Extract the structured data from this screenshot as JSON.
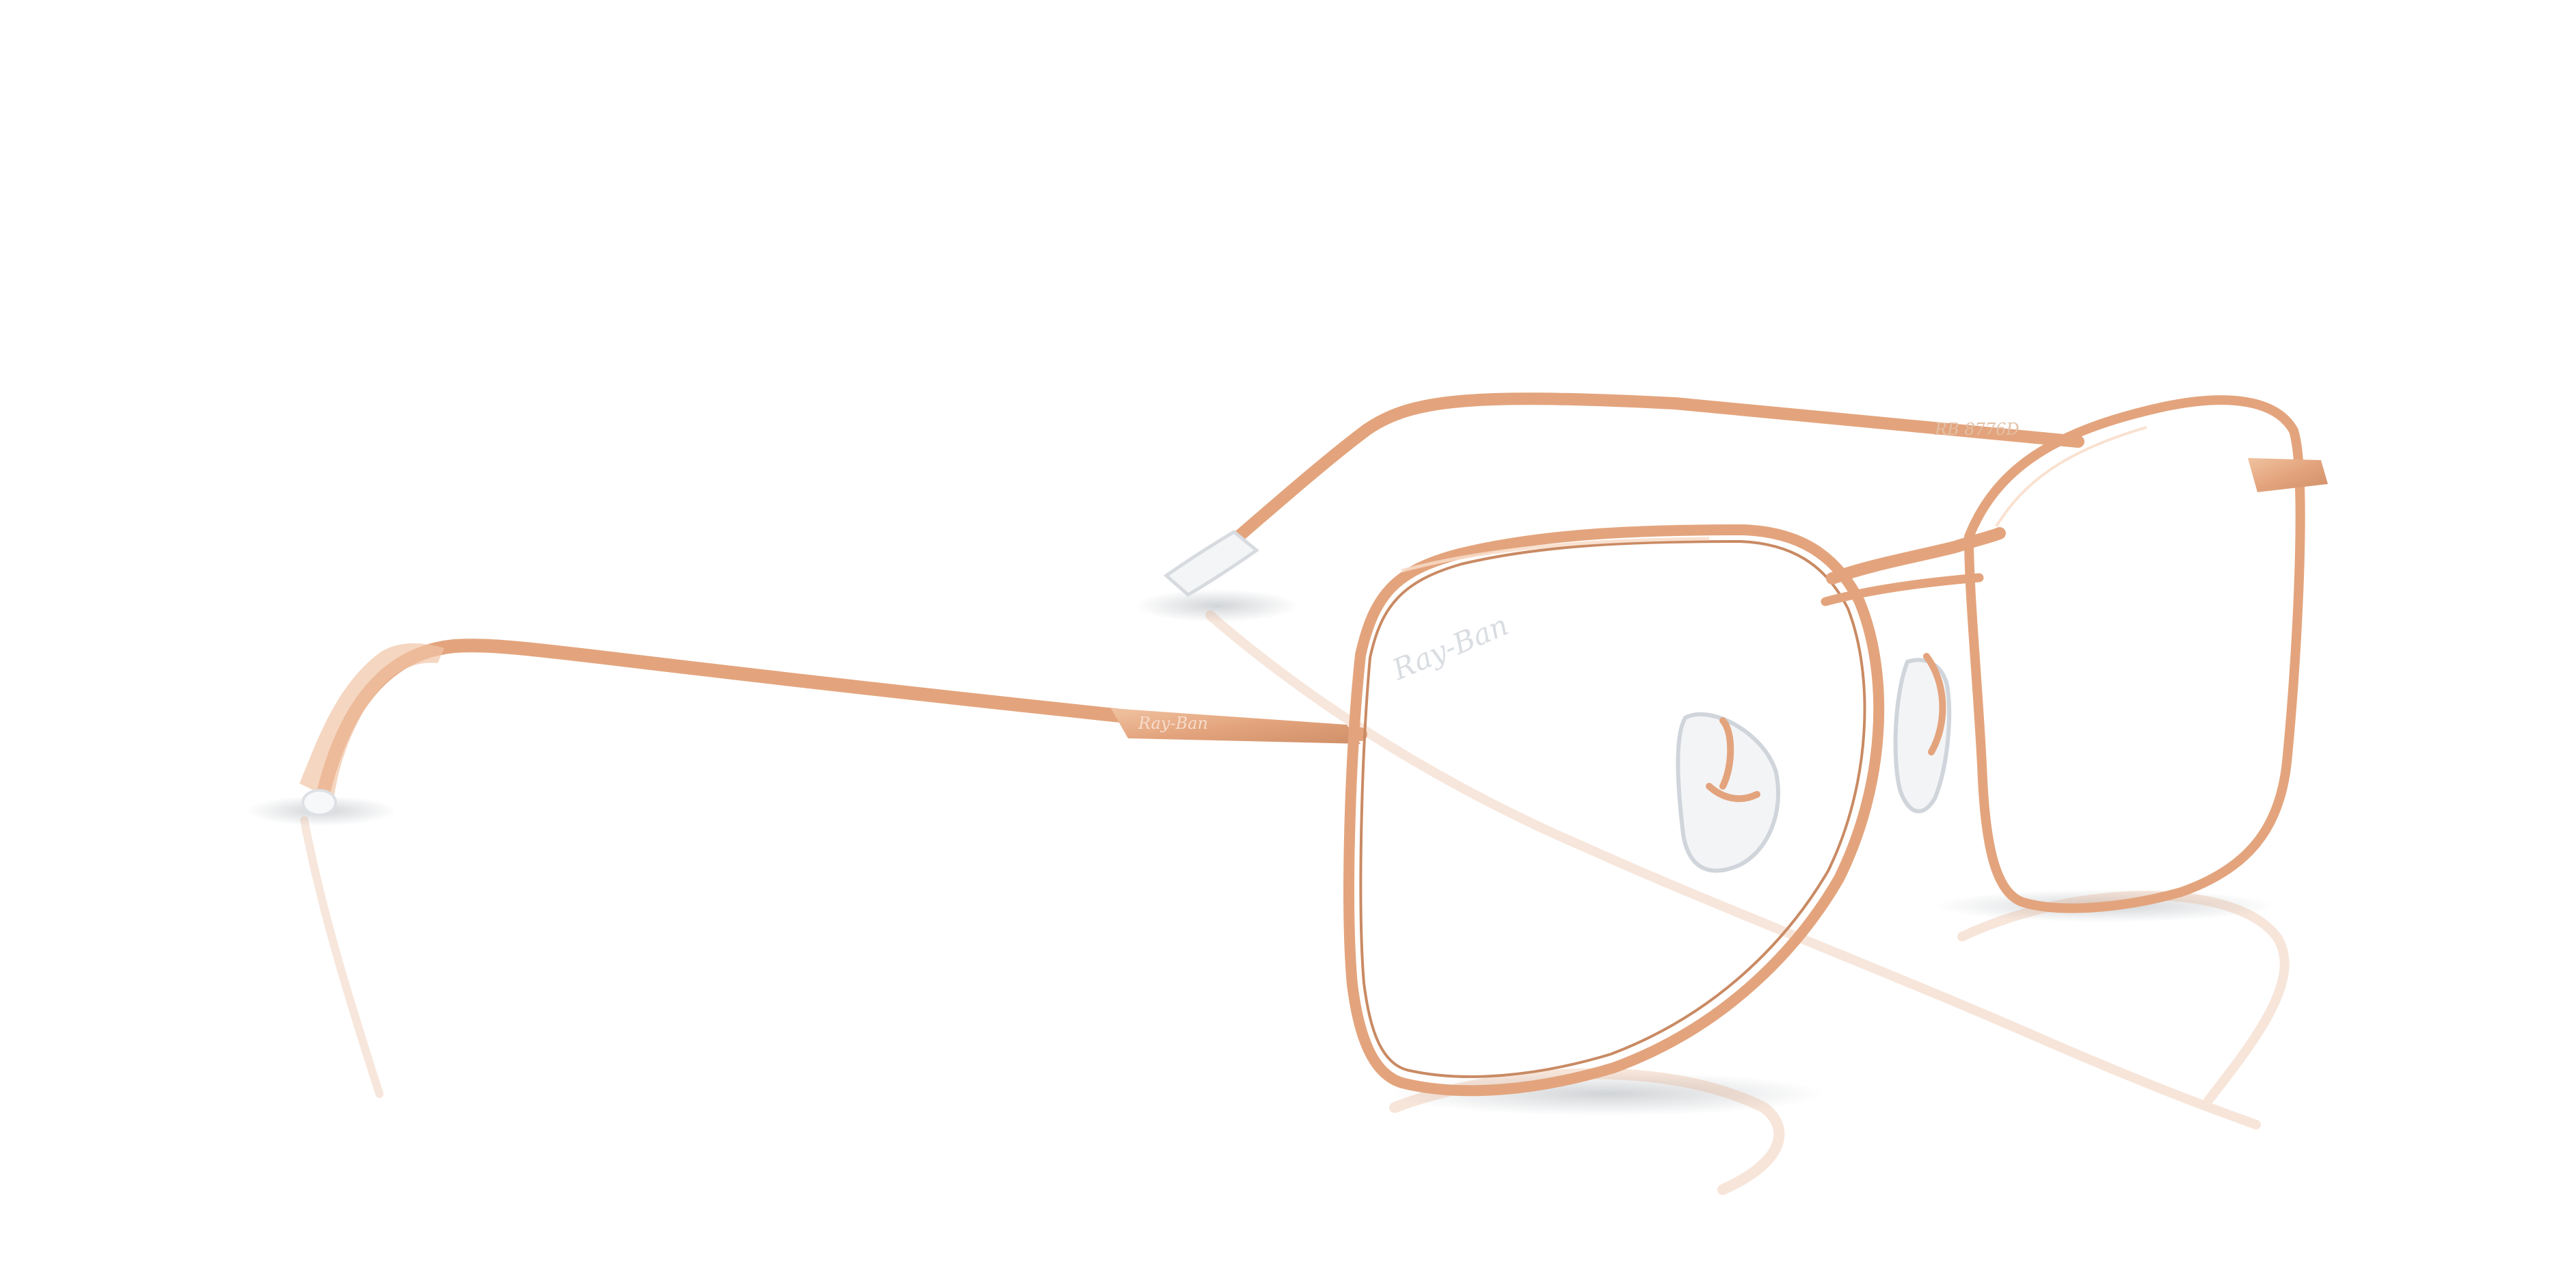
{
  "image": {
    "subject_icon": "eyeglasses-icon",
    "background_color": "#ffffff",
    "frame_color": "#e3a47d",
    "frame_shadow_color": "#c98a63",
    "pad_color": "#f3f4f6"
  },
  "markings": {
    "temple_logo": "Ray-Ban",
    "lens_logo": "Ray-Ban",
    "temple_model": "RB 8776D"
  }
}
